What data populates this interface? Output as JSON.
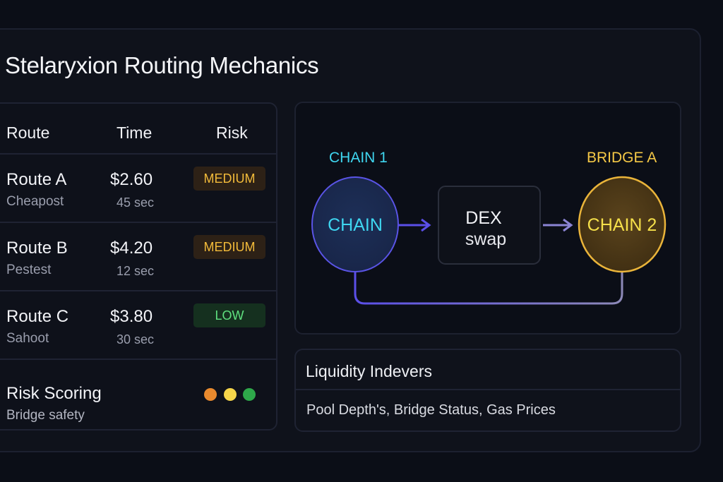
{
  "page": {
    "title": "Stelaryxion Routing Mechanics"
  },
  "routes_table": {
    "headers": [
      "Route",
      "Time",
      "Risk"
    ],
    "rows": [
      {
        "name": "Route A",
        "subtitle": "Cheapost",
        "price": "$2.60",
        "time": "45 sec",
        "risk": "MEDIUM",
        "risk_level": "medium"
      },
      {
        "name": "Route B",
        "subtitle": "Pestest",
        "price": "$4.20",
        "time": "12 sec",
        "risk": "MEDIUM",
        "risk_level": "medium"
      },
      {
        "name": "Route C",
        "subtitle": "Sahoot",
        "price": "$3.80",
        "time": "30 sec",
        "risk": "LOW",
        "risk_level": "low"
      }
    ],
    "risk_scoring": {
      "title": "Risk Scoring",
      "subtitle": "Bridge safety",
      "indicator_colors": [
        "#e98a2e",
        "#f5d54a",
        "#2ea84a"
      ]
    }
  },
  "diagram": {
    "source_label": "CHAIN 1",
    "source_node": "CHAIN",
    "middle_node_title": "DEX",
    "middle_node_subtitle": "swap",
    "target_label": "BRIDGE A",
    "target_node": "CHAIN 2",
    "colors": {
      "source_accent": "#3fd6f0",
      "source_border": "#5a54e6",
      "target_accent": "#f5d54a",
      "target_border": "#eab43a",
      "link": "#5b4fe8"
    }
  },
  "liquidity": {
    "title": "Liquidity Indevers",
    "body": "Pool Depth's, Bridge Status, Gas Prices"
  }
}
